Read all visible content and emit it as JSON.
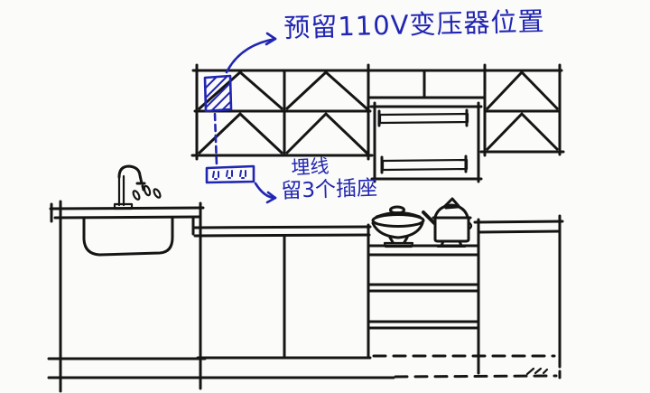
{
  "colors": {
    "bg": "#fbfbf9",
    "ink": "#151515",
    "blue": "#2126b2"
  },
  "annotations": {
    "transformer_note": "预留110V变压器位置",
    "wiring_note_line1": "埋线",
    "wiring_note_line2": "留3个插座"
  },
  "sketch_parts": {
    "scene": "hand-drawn kitchen elevation sketch",
    "upper_left_cabinet": "wall cabinet, 2x2 doors with peak pattern",
    "upper_middle_cabinet": "shallow cabinet above range hood, 2 doors",
    "range_hood": "range hood with two vent slats",
    "upper_right_cabinet": "wall cabinet, 2 stacked doors with peak pattern",
    "transformer_spot": "blue hatched rectangle marking reserved 110V transformer location",
    "outlet_strip": "blue box marking 3 reserved sockets below cabinet",
    "sink_cabinet": "base cabinet with inset sink and gooseneck faucet",
    "middle_base_cabinet": "two-door base cabinet under counter",
    "stove_drawer_unit": "cooktop unit with three drawers",
    "right_tall_cabinet": "tall base cabinet at right",
    "cookware": "wok with lid and lidded pot on cooktop"
  }
}
